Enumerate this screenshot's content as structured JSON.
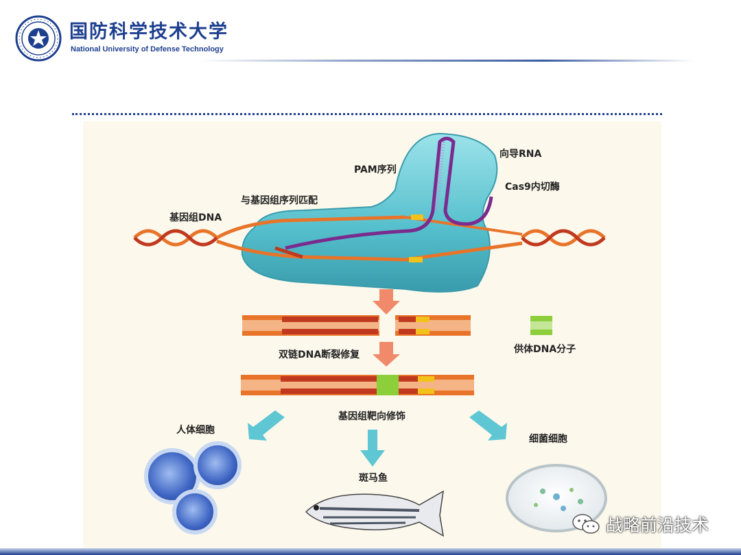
{
  "header": {
    "university_cn": "国防科学技术大学",
    "university_en": "National University of Defense Technology"
  },
  "diagram": {
    "labels": {
      "guide_rna": "向导RNA",
      "pam": "PAM序列",
      "cas9": "Cas9内切酶",
      "match": "与基因组序列匹配",
      "genomic_dna": "基因组DNA",
      "donor_dna": "供体DNA分子",
      "dsb_repair": "双链DNA断裂修复",
      "targeted_mod": "基因组靶向修饰",
      "human_cells": "人体细胞",
      "bacteria_cells": "细菌细胞",
      "zebrafish": "斑马鱼"
    },
    "colors": {
      "dna_orange": "#e8742a",
      "dna_red": "#c0391f",
      "guide_purple": "#7a2b8e",
      "pam_yellow": "#f2c21a",
      "donor_green": "#8ccf3a",
      "cas9_teal": "#3fb8c9",
      "arrow_teal": "#5fc6d3",
      "arrow_salmon": "#f08a6a"
    }
  },
  "watermark": {
    "text": "战略前沿技术"
  }
}
